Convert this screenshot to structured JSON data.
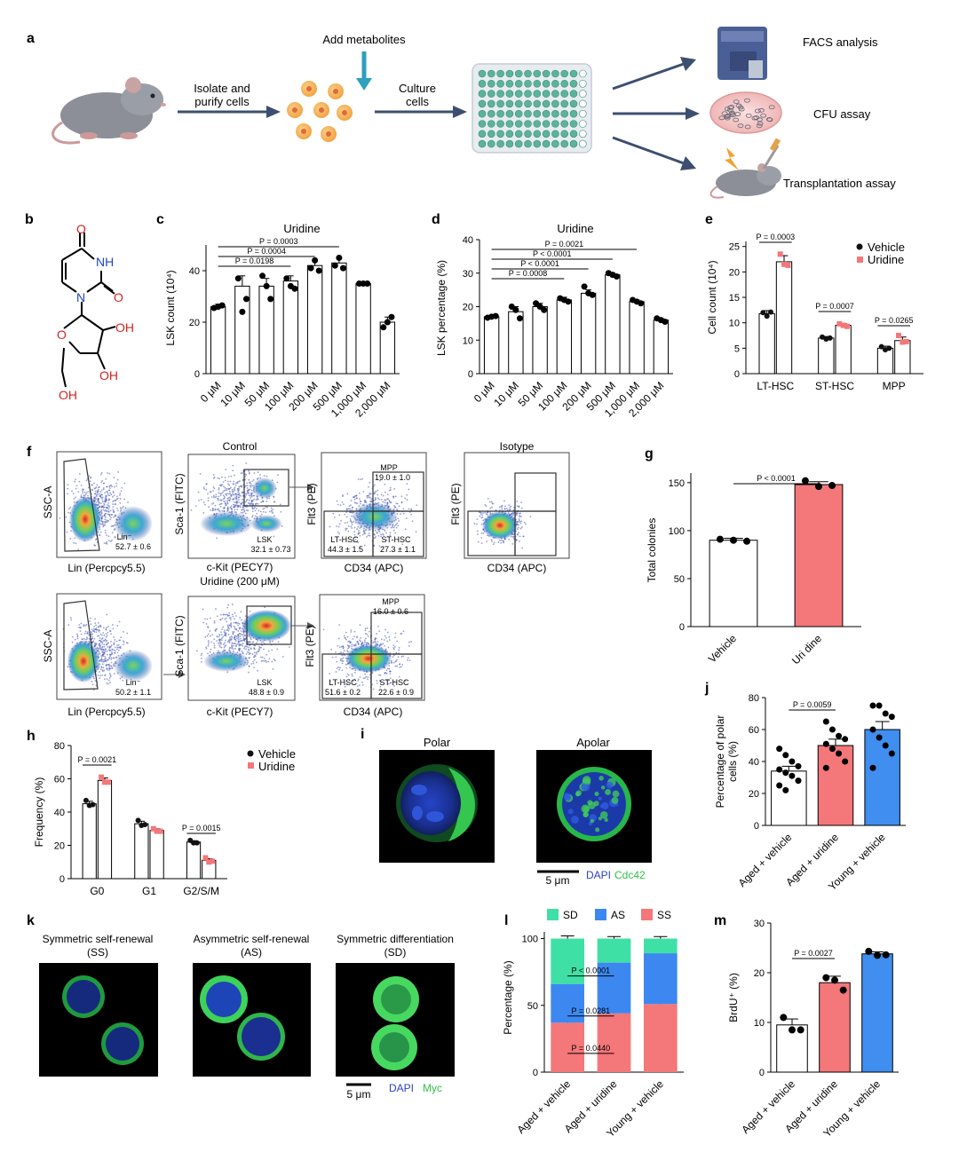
{
  "panels": {
    "a": {
      "letter": "a",
      "add_metabolites": "Add metabolites",
      "isolate": [
        "Isolate and",
        "purify cells"
      ],
      "culture": [
        "Culture",
        "cells"
      ],
      "outputs": [
        "FACS analysis",
        "CFU assay",
        "Transplantation assay"
      ]
    },
    "b": {
      "letter": "b",
      "atoms": [
        "O",
        "NH",
        "O",
        "N",
        "O",
        "OH",
        "OH",
        "OH"
      ]
    },
    "c": {
      "letter": "c",
      "title": "Uridine",
      "ylabel": "LSK count (10⁴)"
    },
    "d": {
      "letter": "d",
      "title": "Uridine",
      "ylabel": "LSK percentage (%)"
    },
    "e": {
      "letter": "e",
      "ylabel": "Cell count (10⁴)",
      "legend": [
        "Vehicle",
        "Uridine"
      ]
    },
    "f": {
      "letter": "f",
      "control_label": "Control",
      "isotype_label": "Isotype",
      "uridine_label": "Uridine (200 μM)",
      "row1": {
        "lin": {
          "xlabel": "Lin (Percpcy5.5)",
          "ylabel": "SSC-A",
          "gate": "Lin⁻",
          "value": "52.7 ± 0.6"
        },
        "lsk": {
          "xlabel": "c-Kit (PECY7)",
          "ylabel": "Sca-1 (FITC)",
          "gate": "LSK",
          "value": "32.1 ± 0.73"
        },
        "quad": {
          "xlabel": "CD34 (APC)",
          "ylabel": "Flt3 (PE)",
          "mpp": "MPP",
          "mpp_v": "19.0 ± 1.0",
          "lt": "LT-HSC",
          "lt_v": "44.3 ± 1.5",
          "st": "ST-HSC",
          "st_v": "27.3 ± 1.1"
        },
        "iso": {
          "xlabel": "CD34 (APC)",
          "ylabel": "Flt3 (PE)"
        }
      },
      "row2": {
        "lin": {
          "xlabel": "Lin (Percpcy5.5)",
          "ylabel": "SSC-A",
          "gate": "Lin⁻",
          "value": "50.2 ± 1.1"
        },
        "lsk": {
          "xlabel": "c-Kit (PECY7)",
          "ylabel": "Sca-1 (FITC)",
          "gate": "LSK",
          "value": "48.8 ± 0.9"
        },
        "quad": {
          "xlabel": "CD34 (APC)",
          "ylabel": "Flt3 (PE)",
          "mpp": "MPP",
          "mpp_v": "16.0 ± 0.6",
          "lt": "LT-HSC",
          "lt_v": "51.6 ± 0.2",
          "st": "ST-HSC",
          "st_v": "22.6 ± 0.9"
        }
      }
    },
    "g": {
      "letter": "g",
      "ylabel": "Total colonies"
    },
    "h": {
      "letter": "h",
      "ylabel": "Frequency (%)",
      "legend": [
        "Vehicle",
        "Uridine"
      ]
    },
    "i": {
      "letter": "i",
      "polar": "Polar",
      "apolar": "Apolar",
      "scale": "5 μm",
      "dapi": "DAPI",
      "marker": "Cdc42"
    },
    "j": {
      "letter": "j",
      "ylabel": [
        "Percentage of polar",
        "cells (%)"
      ]
    },
    "k": {
      "letter": "k",
      "cells": [
        {
          "title": "Symmetric self-renewal",
          "abbr": "(SS)"
        },
        {
          "title": "Asymmetric self-renewal",
          "abbr": "(AS)"
        },
        {
          "title": "Symmetric differentiation",
          "abbr": "(SD)"
        }
      ],
      "scale": "5 μm",
      "dapi": "DAPI",
      "marker": "Myc"
    },
    "l": {
      "letter": "l",
      "ylabel": "Percentage (%)"
    },
    "m": {
      "letter": "m",
      "ylabel": "BrdU⁺ (%)"
    }
  },
  "colors": {
    "vehicle": "#111111",
    "uridine": "#f4777a",
    "young": "#3f8ef0",
    "sd": "#3fe0a6",
    "as": "#3d88f0",
    "ss": "#f4777a",
    "arrow": "#3d4f70",
    "teal": "#2e9fbf"
  },
  "chart_data": [
    {
      "id": "c",
      "type": "bar",
      "title": "Uridine",
      "ylabel": "LSK count (10⁴)",
      "categories": [
        "0 μM",
        "10 μM",
        "50 μM",
        "100 μM",
        "200 μM",
        "500 μM",
        "1,000 μM",
        "2,000 μM"
      ],
      "values": [
        26,
        34,
        34,
        36,
        42,
        43,
        35,
        20
      ],
      "errors": [
        1,
        4,
        3,
        2,
        2,
        2,
        0.5,
        2
      ],
      "points": [
        [
          25.5,
          26,
          26.5
        ],
        [
          37,
          24,
          29
        ],
        [
          38,
          34,
          29
        ],
        [
          37,
          34,
          33
        ],
        [
          41,
          44,
          40
        ],
        [
          42,
          45,
          41
        ],
        [
          35,
          35,
          35
        ],
        [
          18,
          20,
          22
        ]
      ],
      "ylim": [
        0,
        50
      ],
      "yticks": [
        0,
        20,
        40
      ],
      "comparisons": [
        {
          "from": 0,
          "to": 3,
          "label": "P = 0.0198"
        },
        {
          "from": 0,
          "to": 4,
          "label": "P = 0.0004"
        },
        {
          "from": 0,
          "to": 5,
          "label": "P = 0.0003"
        }
      ]
    },
    {
      "id": "d",
      "type": "bar",
      "title": "Uridine",
      "ylabel": "LSK percentage (%)",
      "categories": [
        "0 μM",
        "10 μM",
        "50 μM",
        "100 μM",
        "200 μM",
        "500 μM",
        "1,000 μM",
        "2,000 μM"
      ],
      "values": [
        17,
        18.5,
        20,
        22,
        24,
        29.5,
        21.5,
        16
      ],
      "errors": [
        0.3,
        1.5,
        1,
        0.8,
        1,
        0.5,
        0.5,
        0.5
      ],
      "points": [
        [
          16.7,
          17,
          17.2
        ],
        [
          20,
          19,
          16.5
        ],
        [
          21,
          20,
          19
        ],
        [
          22.5,
          22,
          21.5
        ],
        [
          26,
          24,
          23.5
        ],
        [
          30,
          29.5,
          29
        ],
        [
          22,
          21.5,
          21
        ],
        [
          16.5,
          16,
          15.5
        ]
      ],
      "ylim": [
        0,
        40
      ],
      "yticks": [
        0,
        10,
        20,
        30,
        40
      ],
      "comparisons": [
        {
          "from": 0,
          "to": 3,
          "label": "P = 0.0008"
        },
        {
          "from": 0,
          "to": 4,
          "label": "P < 0.0001"
        },
        {
          "from": 0,
          "to": 5,
          "label": "P < 0.0001"
        },
        {
          "from": 0,
          "to": 6,
          "label": "P = 0.0021"
        }
      ]
    },
    {
      "id": "e",
      "type": "bar",
      "ylabel": "Cell count (10⁴)",
      "categories": [
        "LT-HSC",
        "ST-HSC",
        "MPP"
      ],
      "series": [
        {
          "name": "Vehicle",
          "values": [
            11.8,
            7.0,
            5.0
          ],
          "errors": [
            0.6,
            0.3,
            0.4
          ],
          "points": [
            [
              12,
              11.3,
              12.1
            ],
            [
              7.2,
              6.8,
              7.0
            ],
            [
              5.3,
              4.7,
              5.0
            ]
          ]
        },
        {
          "name": "Uridine",
          "values": [
            22,
            9.5,
            6.5
          ],
          "errors": [
            1.2,
            0.3,
            0.7
          ],
          "points": [
            [
              23.5,
              21.5,
              21.3
            ],
            [
              9.8,
              9.5,
              9.3
            ],
            [
              7.5,
              6.2,
              6.3
            ]
          ]
        }
      ],
      "ylim": [
        0,
        26
      ],
      "yticks": [
        0,
        5,
        10,
        15,
        20,
        25
      ],
      "comparisons": [
        {
          "group": 0,
          "label": "P = 0.0003"
        },
        {
          "group": 1,
          "label": "P = 0.0007"
        },
        {
          "group": 2,
          "label": "P = 0.0265"
        }
      ]
    },
    {
      "id": "g",
      "type": "bar",
      "ylabel": "Total colonies",
      "categories": [
        "Vehicle",
        "Uri dine"
      ],
      "values": [
        90,
        148
      ],
      "errors": [
        2,
        3
      ],
      "points": [
        [
          91,
          90,
          89
        ],
        [
          152,
          146,
          147
        ]
      ],
      "ylim": [
        0,
        160
      ],
      "yticks": [
        0,
        50,
        100,
        150
      ],
      "comparisons": [
        {
          "from": 0,
          "to": 1,
          "label": "P < 0.0001"
        }
      ]
    },
    {
      "id": "h",
      "type": "bar",
      "ylabel": "Frequency (%)",
      "categories": [
        "G0",
        "G1",
        "G2/S/M"
      ],
      "series": [
        {
          "name": "Vehicle",
          "values": [
            45,
            33,
            22
          ],
          "errors": [
            1.5,
            1.5,
            0.8
          ],
          "points": [
            [
              47,
              44,
              44.5
            ],
            [
              35,
              32,
              32.5
            ],
            [
              23,
              21.5,
              21.5
            ]
          ]
        },
        {
          "name": "Uridine",
          "values": [
            59,
            29,
            11
          ],
          "errors": [
            1.5,
            1,
            1
          ],
          "points": [
            [
              61,
              58,
              58
            ],
            [
              30,
              28.5,
              28.5
            ],
            [
              12.5,
              10,
              10.5
            ]
          ]
        }
      ],
      "ylim": [
        0,
        80
      ],
      "yticks": [
        0,
        20,
        40,
        60,
        80
      ],
      "comparisons": [
        {
          "group": 0,
          "label": "P = 0.0021"
        },
        {
          "group": 2,
          "label": "P = 0.0015"
        }
      ]
    },
    {
      "id": "j",
      "type": "bar",
      "ylabel": "Percentage of polar cells (%)",
      "categories": [
        "Aged + vehicle",
        "Aged + uridine",
        "Young + vehicle"
      ],
      "values": [
        34,
        50,
        60
      ],
      "errors": [
        3,
        4,
        5
      ],
      "points": [
        [
          48,
          44,
          40,
          37,
          35,
          33,
          31,
          28,
          25,
          22
        ],
        [
          65,
          60,
          56,
          54,
          51,
          48,
          45,
          40,
          36
        ],
        [
          75,
          75,
          70,
          68,
          60,
          55,
          50,
          45,
          36
        ]
      ],
      "ylim": [
        0,
        80
      ],
      "yticks": [
        0,
        20,
        40,
        60,
        80
      ],
      "comparisons": [
        {
          "from": 0,
          "to": 1,
          "label": "P = 0.0059"
        }
      ]
    },
    {
      "id": "l",
      "type": "bar",
      "ylabel": "Percentage (%)",
      "categories": [
        "Aged + vehicle",
        "Aged + uridine",
        "Young + vehicle"
      ],
      "legend": [
        "SD",
        "AS",
        "SS"
      ],
      "series": [
        {
          "name": "SS",
          "values": [
            37,
            44,
            51
          ],
          "errors": [
            1.5,
            1.5,
            1.5
          ]
        },
        {
          "name": "AS",
          "values": [
            29,
            38,
            38
          ],
          "errors": [
            1.5,
            1,
            1.5
          ]
        },
        {
          "name": "SD",
          "values": [
            34,
            18,
            11
          ],
          "errors": [
            2,
            1.5,
            1.5
          ]
        }
      ],
      "ylim": [
        0,
        105
      ],
      "yticks": [
        0,
        50,
        100
      ],
      "comparisons": [
        {
          "label": "P < 0.0001",
          "at": 72
        },
        {
          "label": "P = 0.0281",
          "at": 42
        },
        {
          "label": "P = 0.0440",
          "at": 14
        }
      ]
    },
    {
      "id": "m",
      "type": "bar",
      "ylabel": "BrdU⁺ (%)",
      "categories": [
        "Aged + vehicle",
        "Aged + uridine",
        "Young + vehicle"
      ],
      "values": [
        9.5,
        18,
        23.8
      ],
      "errors": [
        1.2,
        1.3,
        0.4
      ],
      "points": [
        [
          11,
          8.5,
          8.5
        ],
        [
          19,
          18.5,
          16.5
        ],
        [
          24.3,
          23.5,
          23.6
        ]
      ],
      "ylim": [
        0,
        30
      ],
      "yticks": [
        0,
        10,
        20,
        30
      ],
      "comparisons": [
        {
          "from": 0,
          "to": 1,
          "label": "P = 0.0027"
        }
      ]
    }
  ]
}
